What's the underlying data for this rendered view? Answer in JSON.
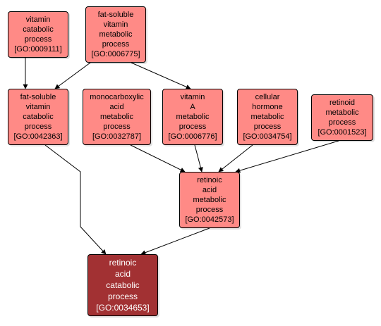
{
  "colors": {
    "node_fill": "#FF8A86",
    "target_fill": "#A23133",
    "border": "#000000",
    "edge": "#000000"
  },
  "nodes": [
    {
      "id": "n0009111",
      "label": "vitamin\ncatabolic\nprocess\n[GO:0009111]",
      "target": false
    },
    {
      "id": "n0006775",
      "label": "fat-soluble\nvitamin\nmetabolic\nprocess\n[GO:0006775]",
      "target": false
    },
    {
      "id": "n0042363",
      "label": "fat-soluble\nvitamin\ncatabolic\nprocess\n[GO:0042363]",
      "target": false
    },
    {
      "id": "n0032787",
      "label": "monocarboxylic\nacid\nmetabolic\nprocess\n[GO:0032787]",
      "target": false
    },
    {
      "id": "n0006776",
      "label": "vitamin\nA\nmetabolic\nprocess\n[GO:0006776]",
      "target": false
    },
    {
      "id": "n0034754",
      "label": "cellular\nhormone\nmetabolic\nprocess\n[GO:0034754]",
      "target": false
    },
    {
      "id": "n0001523",
      "label": "retinoid\nmetabolic\nprocess\n[GO:0001523]",
      "target": false
    },
    {
      "id": "n0042573",
      "label": "retinoic\nacid\nmetabolic\nprocess\n[GO:0042573]",
      "target": false
    },
    {
      "id": "n0034653",
      "label": "retinoic\nacid\ncatabolic\nprocess\n[GO:0034653]",
      "target": true
    }
  ],
  "edges": [
    {
      "from": "n0009111",
      "to": "n0042363"
    },
    {
      "from": "n0006775",
      "to": "n0042363"
    },
    {
      "from": "n0006775",
      "to": "n0006776"
    },
    {
      "from": "n0032787",
      "to": "n0042573"
    },
    {
      "from": "n0006776",
      "to": "n0042573"
    },
    {
      "from": "n0034754",
      "to": "n0042573"
    },
    {
      "from": "n0001523",
      "to": "n0042573"
    },
    {
      "from": "n0042363",
      "to": "n0034653"
    },
    {
      "from": "n0042573",
      "to": "n0034653"
    }
  ]
}
